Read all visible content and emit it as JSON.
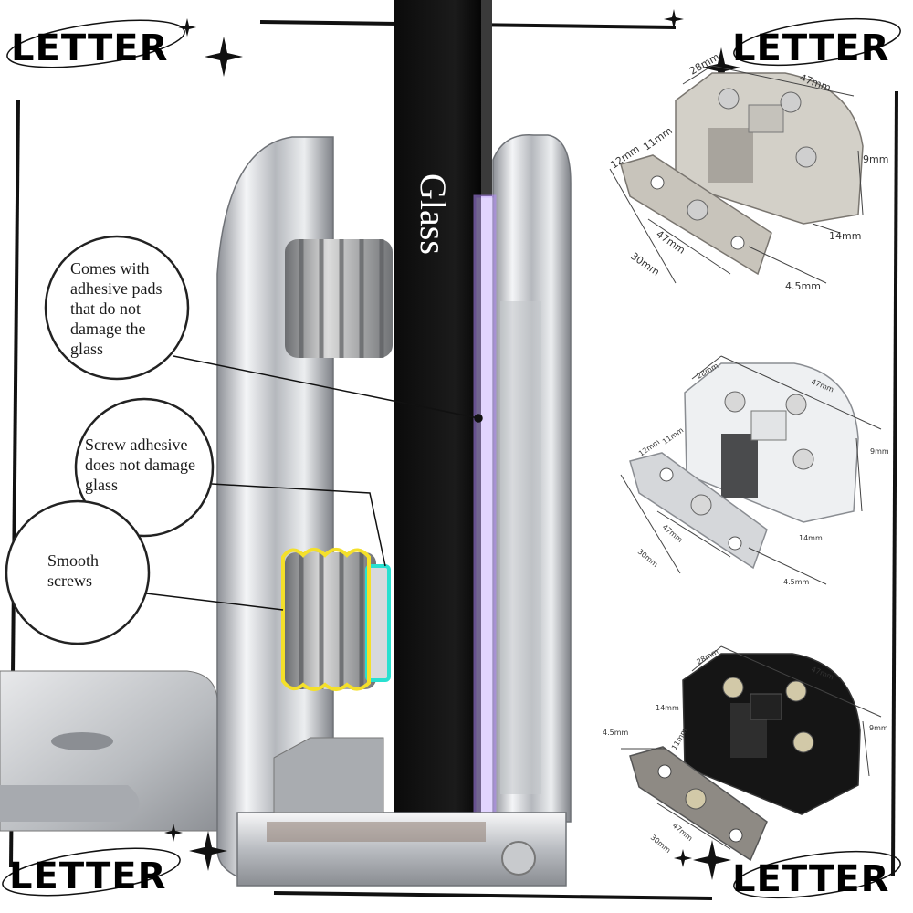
{
  "brand": {
    "logo_text": "LETTER"
  },
  "product": {
    "glass_label": "Glass",
    "callouts": [
      {
        "id": "pads",
        "text": "Comes with adhesive pads that do not damage the glass"
      },
      {
        "id": "adhesive",
        "text": "Screw adhesive does not damage glass"
      },
      {
        "id": "screws",
        "text": "Smooth screws"
      }
    ]
  },
  "dimension_diagrams": [
    {
      "finish": "silver",
      "labels": [
        "28mm",
        "47mm",
        "12mm",
        "11mm",
        "9mm",
        "47mm",
        "30mm",
        "14mm",
        "4.5mm"
      ]
    },
    {
      "finish": "chrome",
      "labels": [
        "28mm",
        "47mm",
        "12mm",
        "11mm",
        "9mm",
        "47mm",
        "30mm",
        "14mm",
        "4.5mm"
      ]
    },
    {
      "finish": "black",
      "labels": [
        "28mm",
        "47mm",
        "14mm",
        "11mm",
        "9mm",
        "47mm",
        "30mm",
        "4.5mm"
      ]
    }
  ],
  "colors": {
    "glass": "#0d0d0d",
    "chrome": "#c9ccd0",
    "highlight_purple": "#b48cff",
    "highlight_cyan": "#28e0d0",
    "highlight_yellow": "#f4e02a",
    "black_hinge": "#151515"
  }
}
